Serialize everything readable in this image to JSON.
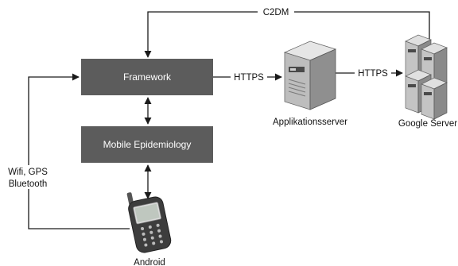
{
  "nodes": {
    "framework": {
      "label": "Framework"
    },
    "mobile_epidemiology": {
      "label": "Mobile Epidemiology"
    },
    "app_server": {
      "label": "Applikationsserver"
    },
    "google_server": {
      "label": "Google Server"
    },
    "android": {
      "label": "Android"
    }
  },
  "edges": {
    "c2dm": {
      "label": "C2DM"
    },
    "https_framework_server": {
      "label": "HTTPS"
    },
    "https_server_google": {
      "label": "HTTPS"
    },
    "wifi": {
      "label_line1": "Wifi, GPS",
      "label_line2": "Bluetooth"
    }
  },
  "colors": {
    "box_fill": "#5c5c5c",
    "line": "#1a1a1a",
    "text": "#111111"
  }
}
